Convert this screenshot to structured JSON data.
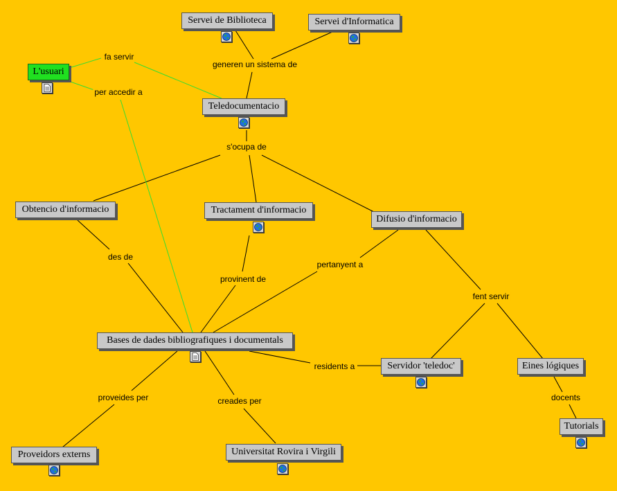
{
  "colors": {
    "background": "#FFC700",
    "node_fill": "#C8C8C8",
    "highlight_node": "#20E020",
    "user_link": "#33DD33",
    "link": "#000000"
  },
  "nodes": {
    "biblioteca": "Servei de Biblioteca",
    "informatica": "Servei d'Informatica",
    "usuari": "L'usuari",
    "teledoc": "Teledocumentacio",
    "obtencio": "Obtencio d'informacio",
    "tractament": "Tractament d'informacio",
    "difusio": "Difusio d'informacio",
    "bases": "Bases de dades bibliografiques i documentals",
    "servidor": "Servidor 'teledoc'",
    "eines": "Eines lógiques",
    "tutorials": "Tutorials",
    "proveidors": "Proveidors externs",
    "urv": "Universitat Rovira i Virgili"
  },
  "links": {
    "generen": "generen un sistema de",
    "fa_servir": "fa servir",
    "per_accedir": "per accedir a",
    "socupa": "s'ocupa de",
    "des_de": "des de",
    "provinent": "provinent de",
    "pertanyent": "pertanyent a",
    "fent_servir": "fent servir",
    "residents": "residents a",
    "docents": "docents",
    "proveides": "proveides per",
    "creades": "creades per"
  },
  "icons": {
    "web": "globe-icon",
    "document": "document-icon"
  }
}
